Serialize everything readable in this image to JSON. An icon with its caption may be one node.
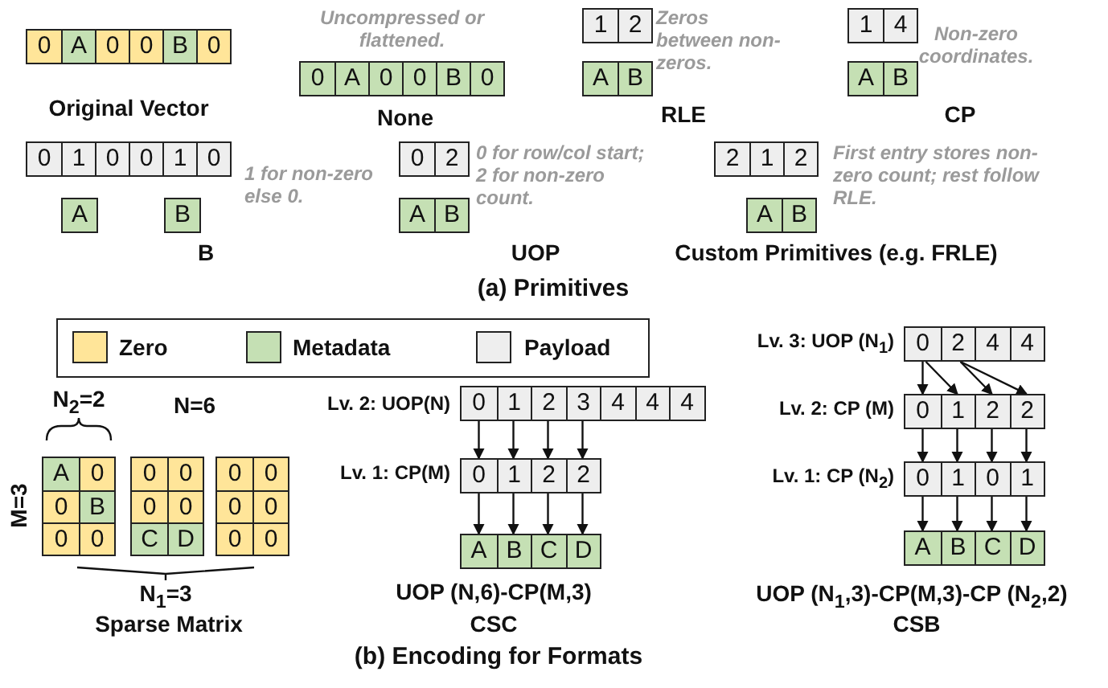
{
  "diagram": {
    "nodes": [
      {
        "text": [
          "0",
          "A",
          "0",
          "0",
          "B",
          "0"
        ]
      },
      {
        "text": [
          "0",
          "A",
          "0",
          "0",
          "B",
          "0"
        ]
      },
      {
        "text": [
          "1",
          "2"
        ]
      },
      {
        "text": [
          "A",
          "B"
        ]
      },
      {
        "text": [
          "1",
          "4"
        ]
      },
      {
        "text": [
          "A",
          "B"
        ]
      },
      {
        "text": [
          "0",
          "1",
          "0",
          "0",
          "1",
          "0"
        ]
      },
      {
        "text": [
          "A"
        ]
      },
      {
        "text": [
          "B"
        ]
      },
      {
        "text": [
          "0",
          "2"
        ]
      },
      {
        "text": [
          "A",
          "B"
        ]
      },
      {
        "text": [
          "2",
          "1",
          "2"
        ]
      },
      {
        "text": [
          "A",
          "B"
        ]
      },
      {
        "text": [
          "A",
          "0",
          "0",
          "B",
          "0",
          "0"
        ]
      },
      {
        "text": [
          "0",
          "0",
          "0",
          "0",
          "C",
          "D"
        ]
      },
      {
        "text": [
          "0",
          "0",
          "0",
          "0",
          "0",
          "0"
        ]
      },
      {
        "text": [
          "0",
          "1",
          "2",
          "3",
          "4",
          "4",
          "4"
        ]
      },
      {
        "text": [
          "0",
          "1",
          "2",
          "2"
        ]
      },
      {
        "text": [
          "A",
          "B",
          "C",
          "D"
        ]
      },
      {
        "text": [
          "0",
          "2",
          "4",
          "4"
        ]
      },
      {
        "text": [
          "0",
          "1",
          "2",
          "2"
        ]
      },
      {
        "text": [
          "0",
          "1",
          "0",
          "1"
        ]
      },
      {
        "text": [
          "A",
          "B",
          "C",
          "D"
        ]
      }
    ],
    "edges": [
      {
        "from": 16,
        "to": 17,
        "arrow": "to"
      },
      {
        "from": 16,
        "to": 17,
        "arrow": "to"
      },
      {
        "from": 16,
        "to": 17,
        "arrow": "to"
      },
      {
        "from": 16,
        "to": 17,
        "arrow": "to"
      },
      {
        "from": 17,
        "to": 18,
        "arrow": "to"
      },
      {
        "from": 17,
        "to": 18,
        "arrow": "to"
      },
      {
        "from": 17,
        "to": 18,
        "arrow": "to"
      },
      {
        "from": 17,
        "to": 18,
        "arrow": "to"
      },
      {
        "from": 19,
        "to": 20,
        "arrow": "to"
      },
      {
        "from": 19,
        "to": 20,
        "arrow": "to"
      },
      {
        "from": 19,
        "to": 20,
        "arrow": "to"
      },
      {
        "from": 19,
        "to": 20,
        "arrow": "to"
      },
      {
        "from": 20,
        "to": 21,
        "arrow": "to"
      },
      {
        "from": 20,
        "to": 21,
        "arrow": "to"
      },
      {
        "from": 20,
        "to": 21,
        "arrow": "to"
      },
      {
        "from": 20,
        "to": 21,
        "arrow": "to"
      },
      {
        "from": 21,
        "to": 22,
        "arrow": "to"
      },
      {
        "from": 21,
        "to": 22,
        "arrow": "to"
      },
      {
        "from": 21,
        "to": 22,
        "arrow": "to"
      },
      {
        "from": 21,
        "to": 22,
        "arrow": "to"
      }
    ],
    "labels": [
      "Uncompressed or flattened.",
      "Zeros between non-zeros.",
      "Non-zero coordinates.",
      "Original Vector",
      "None",
      "RLE",
      "CP",
      "1 for non-zero else 0.",
      "0 for row/col start; 2 for non-zero count.",
      "First entry stores non-zero count; rest follow RLE.",
      "B",
      "UOP",
      "Custom Primitives (e.g. FRLE)",
      "(a) Primitives",
      "N$_{2}$=2",
      "N=6",
      "Lv. 3: UOP (N$_{1}$)",
      "Lv. 2: UOP(N)",
      "Lv. 2: CP (M)",
      "M=3",
      "Lv. 1: CP(M)",
      "Lv. 1: CP (N$_{2}$)",
      "N$_{1}$=3",
      "Sparse Matrix",
      "UOP (N,6)-CP(M,3)",
      "UOP (N$_{1}$,3)-CP(M,3)-CP (N$_{2}$,2)",
      "CSC",
      "CSB",
      "(b) Encoding for Formats"
    ],
    "legend": [
      {
        "text": "Zero",
        "color": "#ffe599"
      },
      {
        "text": "Metadata",
        "color": "#c5e0b4"
      },
      {
        "text": "Payload",
        "color": "#eeeeee"
      }
    ]
  }
}
